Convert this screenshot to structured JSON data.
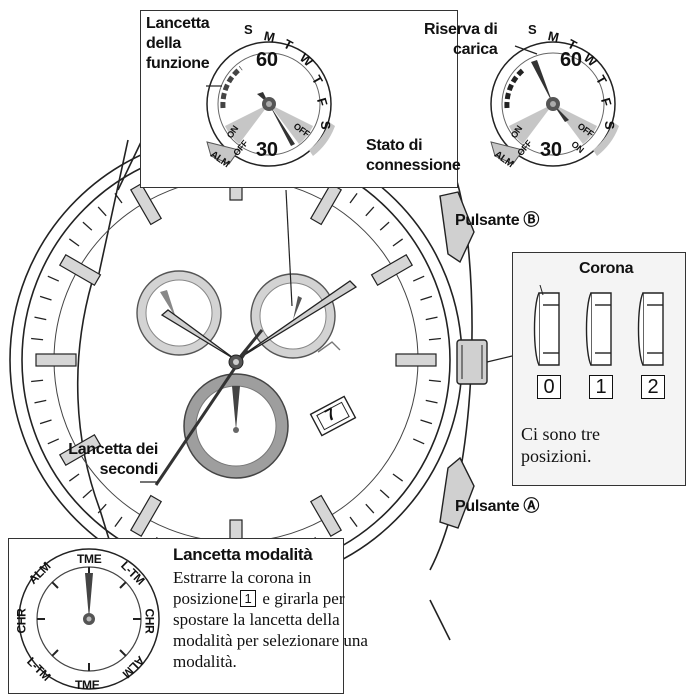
{
  "top_callout": {
    "left_dial_label": "Lancetta\ndella\nfunzione",
    "right_dial_label": "Riserva di\ncarica",
    "connection_label": "Stato di\nconnessione",
    "dial_days": [
      "S",
      "M",
      "T",
      "W",
      "T",
      "F",
      "S"
    ],
    "dial_60": "60",
    "dial_30": "30",
    "on_text": "ON",
    "off_text": "OFF",
    "alm_text": "ALM"
  },
  "watch": {
    "date_value": "7"
  },
  "buttons": {
    "button_b_label": "Pulsante Ⓑ",
    "button_a_label": "Pulsante Ⓐ"
  },
  "crown_callout": {
    "title": "Corona",
    "positions": [
      "0",
      "1",
      "2"
    ],
    "note": "Ci sono tre\nposizioni."
  },
  "seconds_hand": {
    "label": "Lancetta dei\nsecondi"
  },
  "mode_callout": {
    "title": "Lancetta modalità",
    "text_before": "Estrarre la corona in\nposizione",
    "inline_position": "1",
    "text_after": " e girarla per\nspostare la lancetta della\nmodalità per selezionare una\nmodalità.",
    "dial_labels": [
      "TME",
      "L-TM",
      "CHR",
      "ALM",
      "TME",
      "L-TM",
      "CHR",
      "ALM"
    ]
  }
}
